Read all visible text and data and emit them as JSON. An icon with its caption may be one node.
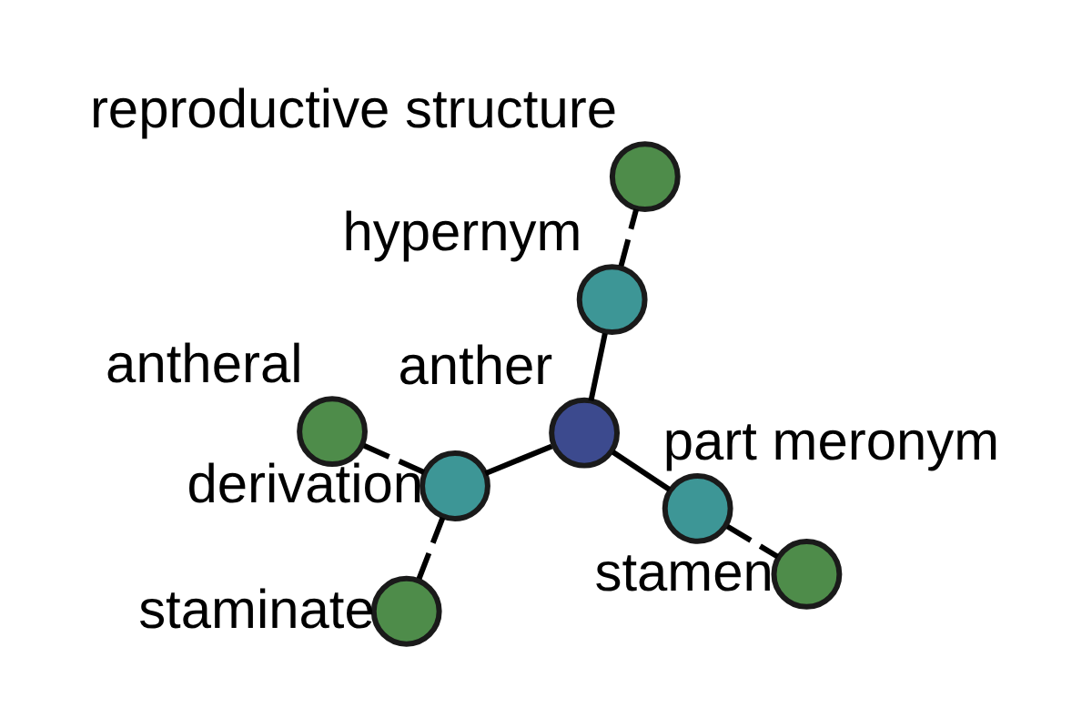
{
  "diagram": {
    "nodes": [
      {
        "text": [
          "anther"
        ]
      },
      {
        "text": [
          "hypernym"
        ]
      },
      {
        "text": [
          "derivation"
        ]
      },
      {
        "text": [
          "part meronym"
        ]
      },
      {
        "text": [
          "reproductive structure"
        ]
      },
      {
        "text": [
          "antheral"
        ]
      },
      {
        "text": [
          "staminate"
        ]
      },
      {
        "text": [
          "stamen"
        ]
      }
    ],
    "edges": [
      {
        "from": 0,
        "to": 1,
        "arrow": "none"
      },
      {
        "from": 0,
        "to": 2,
        "arrow": "none"
      },
      {
        "from": 0,
        "to": 3,
        "arrow": "none"
      },
      {
        "from": 1,
        "to": 4,
        "arrow": "none",
        "style": "dashed"
      },
      {
        "from": 2,
        "to": 5,
        "arrow": "none",
        "style": "dashed"
      },
      {
        "from": 2,
        "to": 6,
        "arrow": "none",
        "style": "dashed"
      },
      {
        "from": 3,
        "to": 7,
        "arrow": "none",
        "style": "dashed"
      }
    ]
  }
}
